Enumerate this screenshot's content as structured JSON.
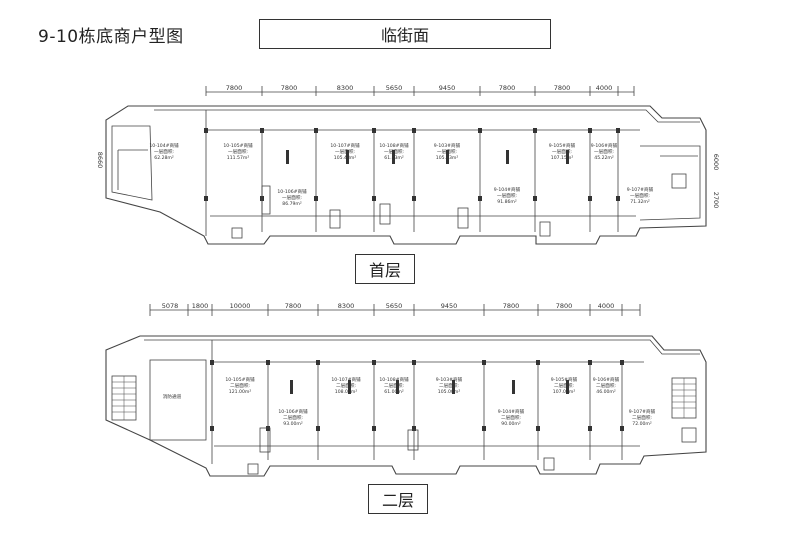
{
  "title": "9-10栋底商户型图",
  "street_label": "临街面",
  "floor1": {
    "label": "首层",
    "dims": [
      "7800",
      "7800",
      "8300",
      "5650",
      "9450",
      "7800",
      "7800",
      "4000"
    ],
    "side_dims": {
      "left": "8660",
      "right_top": "6000",
      "right_bottom": "2700"
    },
    "units": [
      {
        "name": "10-104#商铺",
        "kind": "一层面积:",
        "area": "62.28m²"
      },
      {
        "name": "10-105#商铺",
        "kind": "一层面积:",
        "area": "111.57m²"
      },
      {
        "name": "10-106#商铺",
        "kind": "一层面积:",
        "area": "86.79m²"
      },
      {
        "name": "10-107#商铺",
        "kind": "一层面积:",
        "area": "105.43m²"
      },
      {
        "name": "10-108#商铺",
        "kind": "一层面积:",
        "area": "61.43m²"
      },
      {
        "name": "9-103#商铺",
        "kind": "一层面积:",
        "area": "105.03m²"
      },
      {
        "name": "9-104#商铺",
        "kind": "一层面积:",
        "area": "91.86m²"
      },
      {
        "name": "9-105#商铺",
        "kind": "一层面积:",
        "area": "107.15m²"
      },
      {
        "name": "9-106#商铺",
        "kind": "一层面积:",
        "area": "45.22m²"
      },
      {
        "name": "9-107#商铺",
        "kind": "一层面积:",
        "area": "71.32m²"
      }
    ]
  },
  "floor2": {
    "label": "二层",
    "dims": [
      "5078",
      "1800",
      "10000",
      "7800",
      "8300",
      "5650",
      "9450",
      "7800",
      "7800",
      "4000"
    ],
    "corridor_label": "消防通道",
    "units": [
      {
        "name": "10-105#商铺",
        "kind": "二层面积:",
        "area": "121.00m²"
      },
      {
        "name": "10-106#商铺",
        "kind": "二层面积:",
        "area": "93.00m²"
      },
      {
        "name": "10-107#商铺",
        "kind": "二层面积:",
        "area": "108.00m²"
      },
      {
        "name": "10-108#商铺",
        "kind": "二层面积:",
        "area": "61.00m²"
      },
      {
        "name": "9-103#商铺",
        "kind": "二层面积:",
        "area": "105.00m²"
      },
      {
        "name": "9-104#商铺",
        "kind": "二层面积:",
        "area": "90.00m²"
      },
      {
        "name": "9-105#商铺",
        "kind": "二层面积:",
        "area": "107.00m²"
      },
      {
        "name": "9-106#商铺",
        "kind": "二层面积:",
        "area": "46.00m²"
      },
      {
        "name": "9-107#商铺",
        "kind": "二层面积:",
        "area": "72.00m²"
      }
    ]
  }
}
